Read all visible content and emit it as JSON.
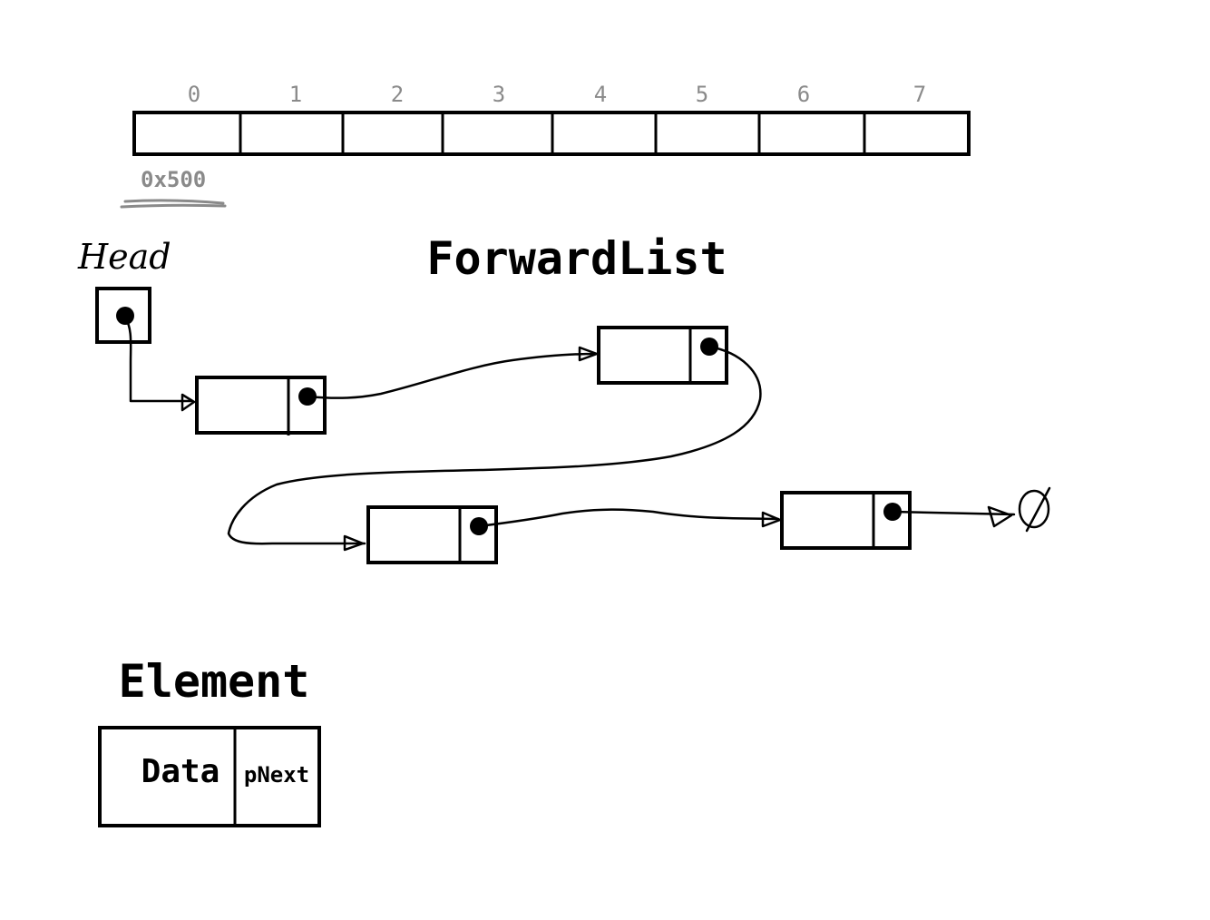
{
  "memory_array": {
    "indices": [
      "0",
      "1",
      "2",
      "3",
      "4",
      "5",
      "6",
      "7"
    ],
    "address_label": "0x500"
  },
  "list": {
    "title": "ForwardList",
    "head_label": "Head",
    "null_symbol": "Ø"
  },
  "legend": {
    "title": "Element",
    "data_label": "Data",
    "next_label": "pNext"
  }
}
